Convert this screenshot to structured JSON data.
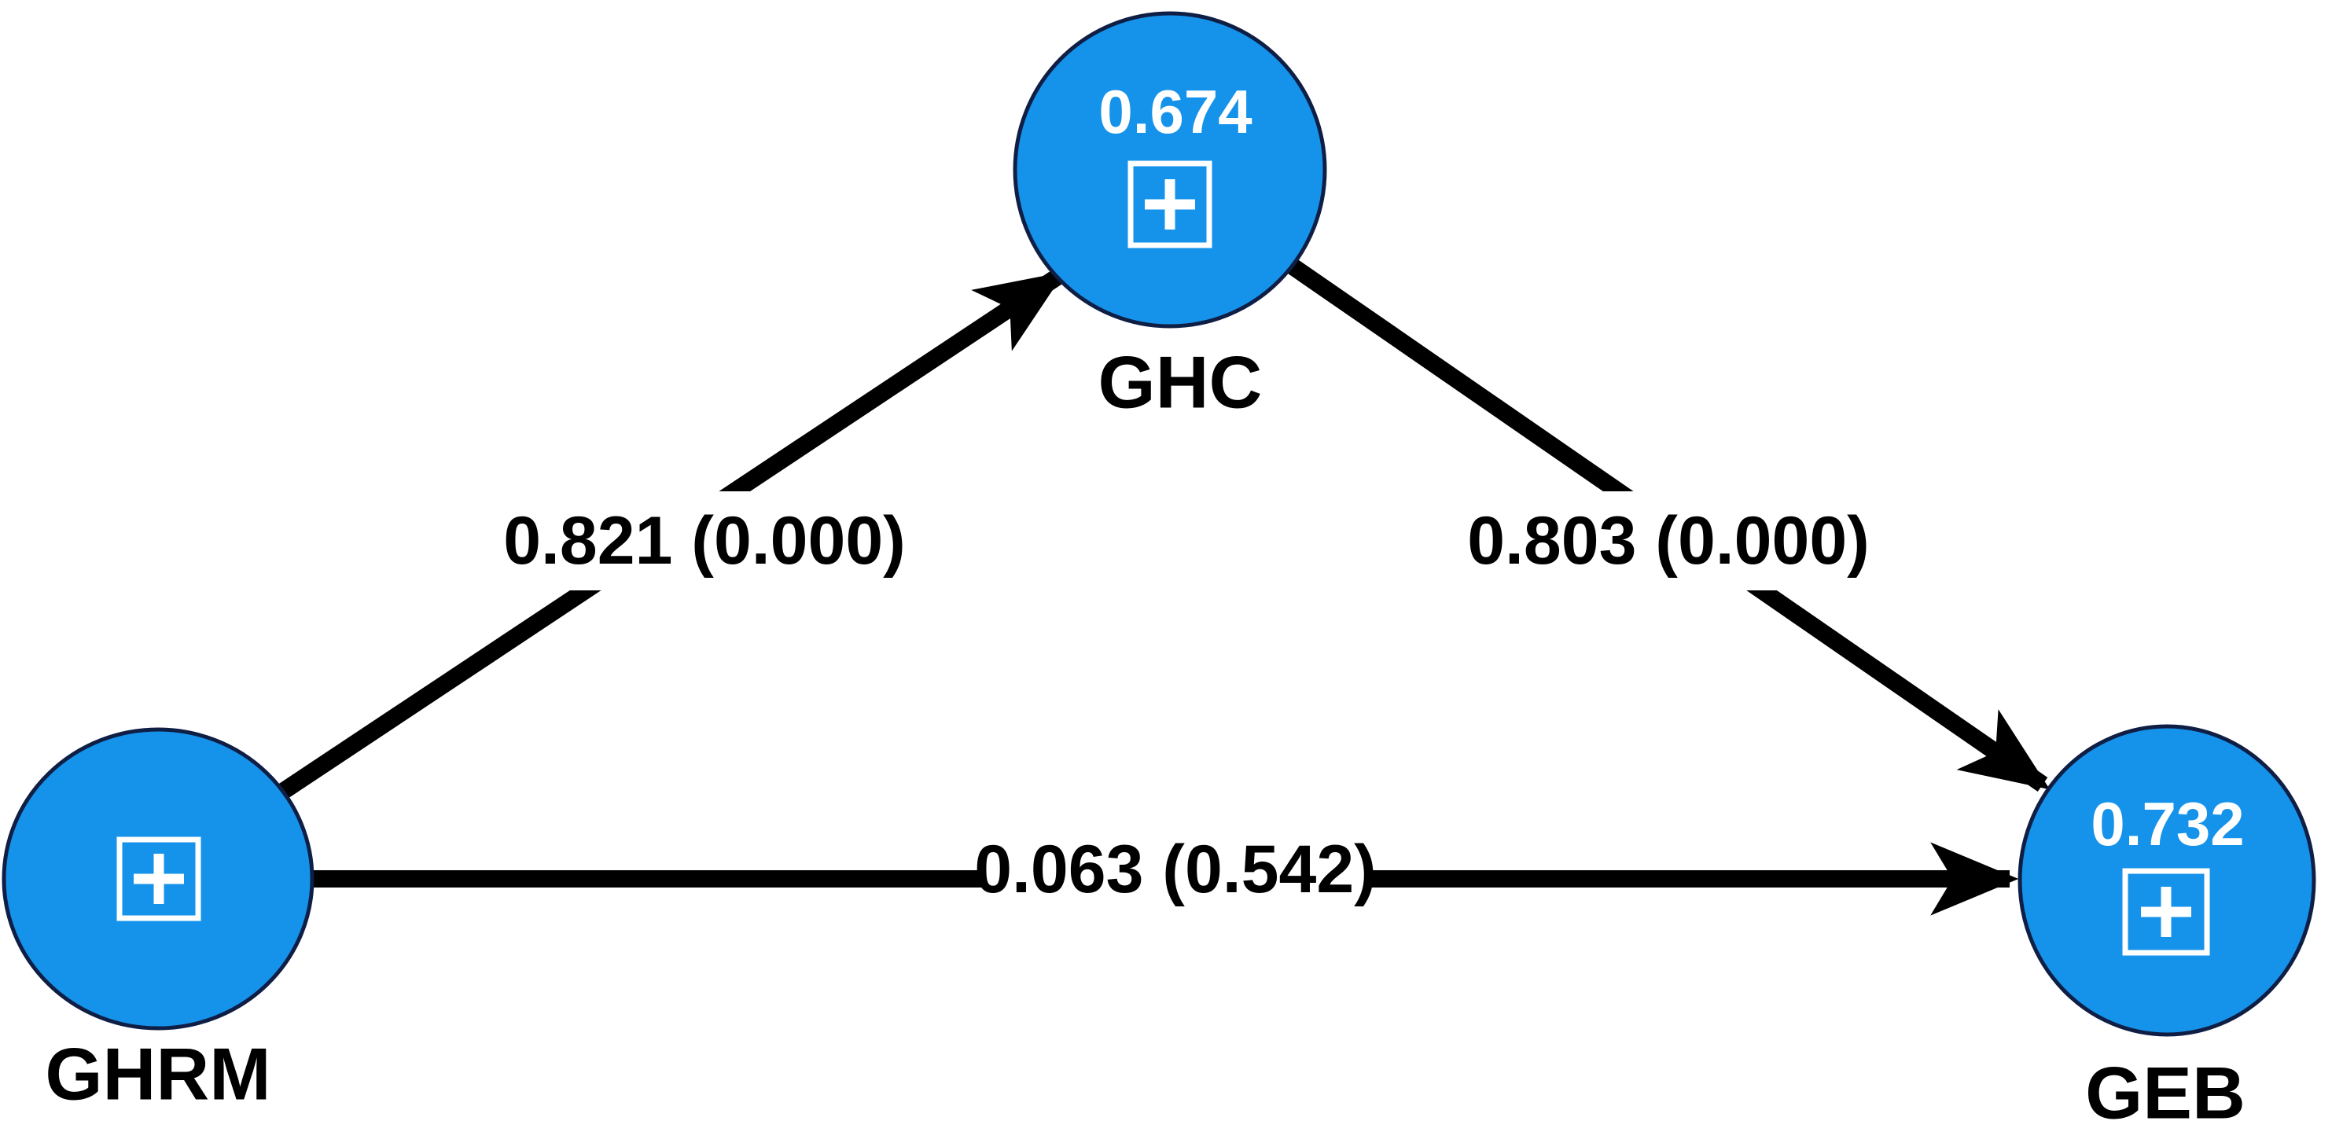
{
  "diagram": {
    "type": "pls-sem-path-model",
    "background_color": "#ffffff",
    "colors": {
      "node_fill": "#1593ea",
      "node_border": "#0f1e45",
      "node_value_text": "#ffffff",
      "node_label_text": "#000000",
      "edge": "#000000",
      "edge_label_text": "#000000",
      "edge_label_background": "#ffffff"
    },
    "nodes": [
      {
        "id": "ghrm",
        "label": "GHRM",
        "icon": "plus-square-icon"
      },
      {
        "id": "ghc",
        "label": "GHC",
        "r_squared": "0.674",
        "icon": "plus-square-icon"
      },
      {
        "id": "geb",
        "label": "GEB",
        "r_squared": "0.732",
        "icon": "plus-square-icon"
      }
    ],
    "edges": [
      {
        "from": "GHRM",
        "to": "GHC",
        "label": "0.821 (0.000)",
        "coefficient": 0.821,
        "p_value": "0.000"
      },
      {
        "from": "GHC",
        "to": "GEB",
        "label": "0.803 (0.000)",
        "coefficient": 0.803,
        "p_value": "0.000"
      },
      {
        "from": "GHRM",
        "to": "GEB",
        "label": "0.063 (0.542)",
        "coefficient": 0.063,
        "p_value": "0.542"
      }
    ]
  }
}
